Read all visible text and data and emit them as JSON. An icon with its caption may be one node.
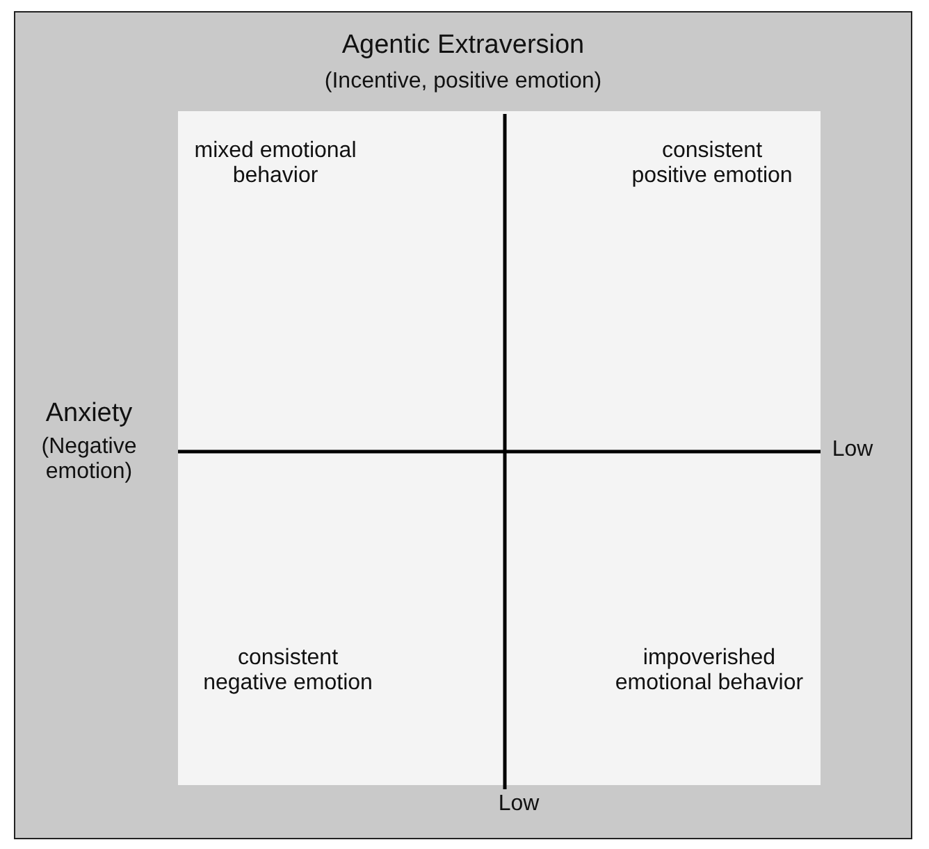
{
  "diagram": {
    "labels": [
      "Agentic Extraversion",
      "(Incentive, positive emotion)",
      "mixed emotional behavior",
      "consistent positive emotion",
      "Anxiety",
      "(Negative emotion)",
      "Low",
      "consistent negative emotion",
      "impoverished emotional behavior",
      "Low"
    ]
  }
}
